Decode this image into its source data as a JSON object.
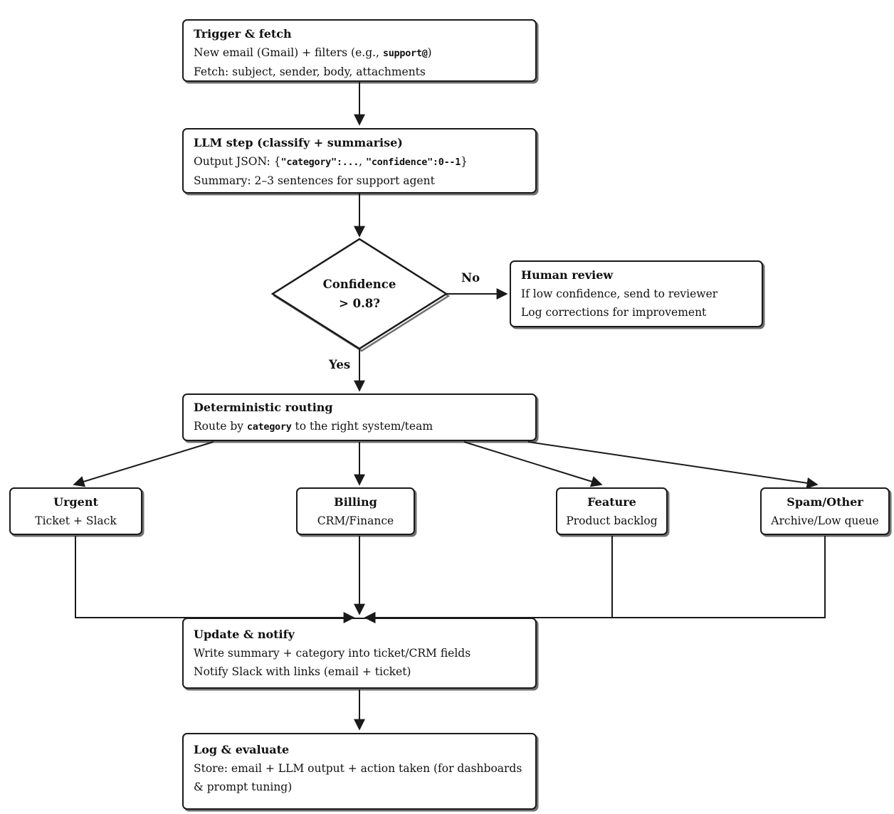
{
  "page": {
    "ink_color": "#1a1a1a",
    "background_color": "#ffffff",
    "diagram_type": "flowchart"
  },
  "nodes": {
    "trigger": {
      "title": "Trigger & fetch",
      "line1_pre": "New email (Gmail) + filters (e.g., ",
      "line1_code": "support@",
      "line1_post": ")",
      "line2": "Fetch: subject, sender, body, attachments"
    },
    "llm": {
      "title": "LLM step (classify + summarise)",
      "line1_pre": "Output JSON: {",
      "line1_code1": "\"category\":...",
      "line1_sep": ", ",
      "line1_code2": "\"confidence\":0--1",
      "line1_post": "}",
      "line2": "Summary: 2–3 sentences for support agent"
    },
    "decision": {
      "line1": "Confidence",
      "line2": "> 0.8?"
    },
    "human_review": {
      "title": "Human review",
      "line1": "If low confidence, send to reviewer",
      "line2": "Log corrections for improvement"
    },
    "routing": {
      "title": "Deterministic routing",
      "line1_pre": "Route by ",
      "line1_code": "category",
      "line1_post": " to the right system/team"
    },
    "urgent": {
      "title": "Urgent",
      "subtitle": "Ticket + Slack"
    },
    "billing": {
      "title": "Billing",
      "subtitle": "CRM/Finance"
    },
    "feature": {
      "title": "Feature",
      "subtitle": "Product backlog"
    },
    "spam": {
      "title": "Spam/Other",
      "subtitle": "Archive/Low queue"
    },
    "update": {
      "title": "Update & notify",
      "line1": "Write summary + category into ticket/CRM fields",
      "line2": "Notify Slack with links (email + ticket)"
    },
    "log": {
      "title": "Log & evaluate",
      "line1": "Store: email + LLM output + action taken (for dashboards & prompt tuning)"
    }
  },
  "edge_labels": {
    "no": "No",
    "yes": "Yes"
  }
}
